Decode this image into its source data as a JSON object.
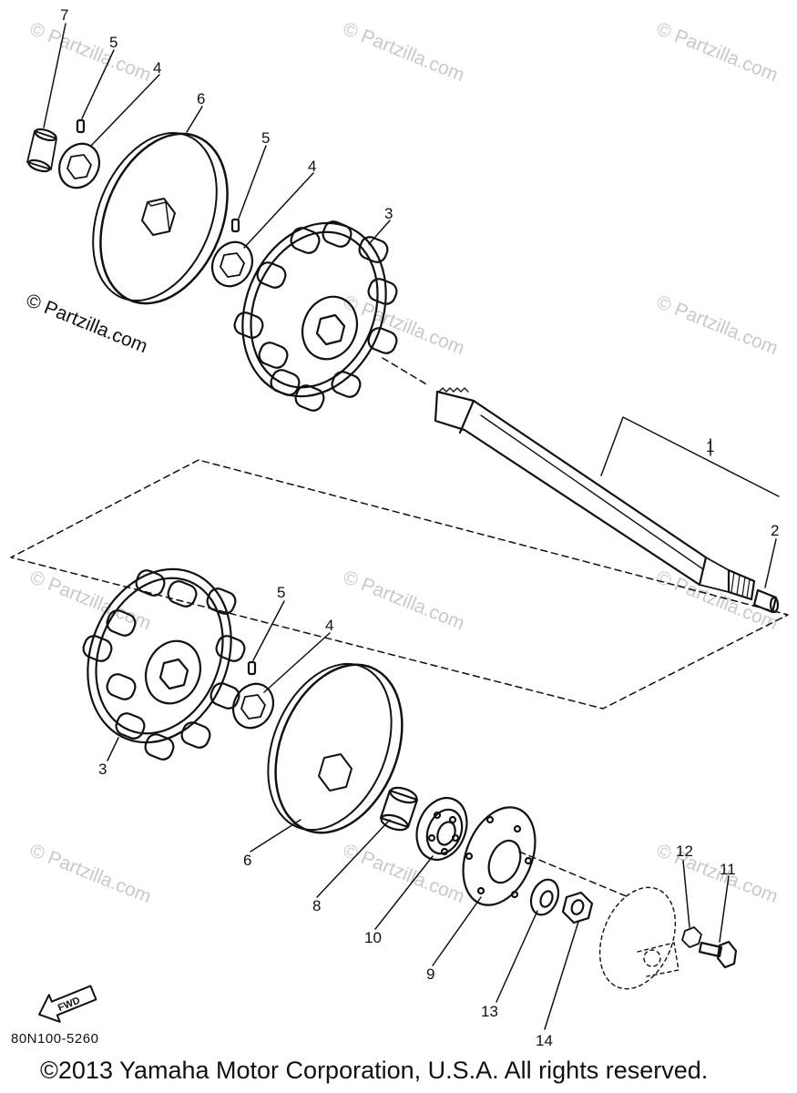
{
  "watermark": "© Partzilla.com",
  "watermark_main": "© Partzilla.com",
  "callouts": {
    "n1": "1",
    "n2": "2",
    "n3a": "3",
    "n3b": "3",
    "n4a": "4",
    "n4b": "4",
    "n4c": "4",
    "n5a": "5",
    "n5b": "5",
    "n5c": "5",
    "n6a": "6",
    "n6b": "6",
    "n7": "7",
    "n8": "8",
    "n9": "9",
    "n10": "10",
    "n11": "11",
    "n12": "12",
    "n13": "13",
    "n14": "14"
  },
  "fwd_label": "FWD",
  "diagram_code": "80N100-5260",
  "copyright": "©2013  Yamaha Motor Corporation, U.S.A. All rights reserved."
}
